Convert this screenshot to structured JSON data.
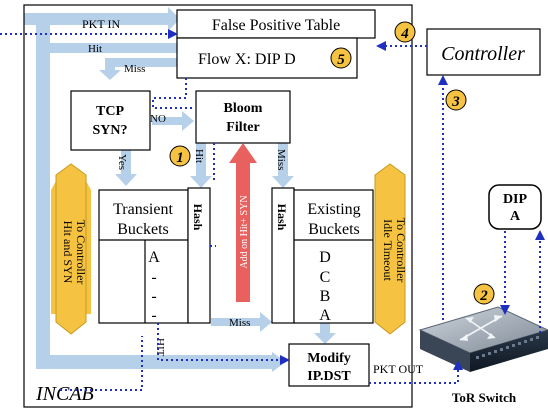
{
  "title": "",
  "colors": {
    "flow_arrow": "#b7d0ea",
    "dotted_path": "#1f2fbf",
    "add_arrow": "#e8615f",
    "side_arrow": "#f5c242",
    "step_circle": "#f5c242",
    "box_border": "#000000"
  },
  "labels": {
    "pkt_in": "PKT IN",
    "false_positive_table": "False Positive Table",
    "flow_x": "Flow X:  DIP D",
    "controller": "Controller",
    "hit_top": "Hit",
    "miss_top": "Miss",
    "tcp_syn_1": "TCP",
    "tcp_syn_2": "SYN?",
    "no": "NO",
    "yes": "Yes",
    "bloom_1": "Bloom",
    "bloom_2": "Filter",
    "hit_bloom": "Hit",
    "miss_bloom": "Miss",
    "add_on_hit": "Add on Hit+ SYN",
    "transient_1": "Transient",
    "transient_2": "Buckets",
    "hash_left": "Hash",
    "hash_right": "Hash",
    "existing_1": "Existing",
    "existing_2": "Buckets",
    "left_side_1": "Hit and SYN",
    "left_side_2": "To Controller",
    "right_side_1": "Idle Timeout",
    "right_side_2": "To Controller",
    "transient_entries": [
      "A",
      "-",
      "-",
      "-"
    ],
    "existing_entries": [
      "D",
      "C",
      "B",
      "A"
    ],
    "miss_bottom": "Miss",
    "hit_bottom": "HIT",
    "modify_1": "Modify",
    "modify_2": "IP.DST",
    "pkt_out": "PKT OUT",
    "incab": "INCAB",
    "dip_1": "DIP",
    "dip_2": "A",
    "tor_switch": "ToR Switch"
  },
  "steps": [
    "1",
    "2",
    "3",
    "4",
    "5"
  ]
}
